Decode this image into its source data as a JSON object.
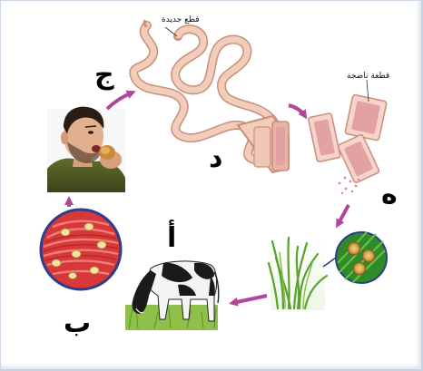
{
  "labels": {
    "stage_a": "أ",
    "stage_b": "ب",
    "stage_j": "ج",
    "stage_d": "د",
    "stage_h": "ه",
    "new_segments": "قطع جديدة",
    "mature_segment": "قطعة ناضجة"
  },
  "colors": {
    "arrow": "#b0479d",
    "worm_body": "#f2cdbb",
    "worm_stroke": "#c98f7a",
    "segment_inner": "#e3a2a2",
    "grass": "#5aa12f",
    "muscle": "#d93838",
    "circle_border": "#2b3d8f"
  }
}
